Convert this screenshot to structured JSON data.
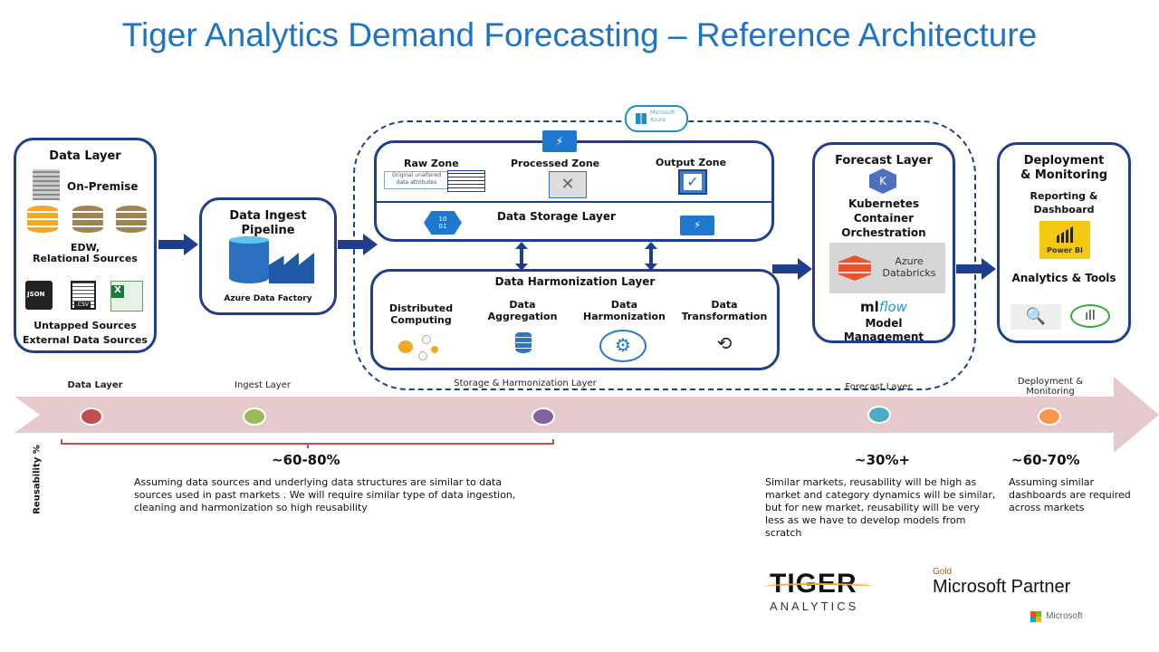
{
  "title": "Tiger Analytics Demand Forecasting – Reference Architecture",
  "colors": {
    "title": "#1f73c6",
    "box_border": "#1f3e8f",
    "timeline_band": "#e6c9cc",
    "dot_data": "#c0504d",
    "dot_ingest": "#9bbb59",
    "dot_storage": "#8064a2",
    "dot_forecast": "#4bacc6",
    "dot_deploy": "#f79646"
  },
  "data_layer": {
    "title": "Data Layer",
    "on_premise": "On-Premise",
    "edw_line1": "EDW,",
    "edw_line2": "Relational Sources",
    "json_label": "JSON",
    "csv_label": ".CSV",
    "untapped": "Untapped Sources",
    "external": "External Data Sources"
  },
  "ingest": {
    "title_line1": "Data Ingest",
    "title_line2": "Pipeline",
    "caption": "Azure Data Factory"
  },
  "azure_badge": {
    "line1": "Microsoft",
    "line2": "Azure"
  },
  "storage": {
    "raw_zone": "Raw Zone",
    "raw_caption_line1": "Original unaltered",
    "raw_caption_line2": "data attributes",
    "processed_zone": "Processed Zone",
    "output_zone": "Output Zone",
    "layer_title": "Data Storage Layer",
    "binary_icon_text": "10\n01"
  },
  "harmonization": {
    "layer_title": "Data Harmonization Layer",
    "items": [
      {
        "line1": "Distributed",
        "line2": "Computing"
      },
      {
        "line1": "Data",
        "line2": "Aggregation"
      },
      {
        "line1": "Data",
        "line2": "Harmonization"
      },
      {
        "line1": "Data",
        "line2": "Transformation"
      }
    ]
  },
  "forecast": {
    "title": "Forecast Layer",
    "k8s_letter": "K",
    "k8s_line1": "Kubernetes",
    "k8s_line2": "Container",
    "k8s_line3": "Orchestration",
    "databricks_line1": "Azure",
    "databricks_line2": "Databricks",
    "mlflow_ml": "ml",
    "mlflow_flow": "flow",
    "model_line1": "Model",
    "model_line2": "Management"
  },
  "deployment": {
    "title_line1": "Deployment",
    "title_line2": "& Monitoring",
    "reporting_line1": "Reporting &",
    "reporting_line2": "Dashboard",
    "powerbi": "Power BI",
    "analytics": "Analytics & Tools"
  },
  "timeline": {
    "stages": [
      {
        "label": "Data Layer"
      },
      {
        "label": "Ingest Layer"
      },
      {
        "label": "Storage & Harmonization Layer"
      },
      {
        "label": "Forecast Layer"
      },
      {
        "label_line1": "Deployment &",
        "label_line2": "Monitoring"
      }
    ],
    "axis_label": "Reusability %",
    "reuse": [
      {
        "pct": "~60-80%",
        "text": "Assuming data sources and underlying data structures are similar to data sources used in past markets . We will require similar type of data ingestion, cleaning and harmonization so high reusability"
      },
      {
        "pct": "~30%+",
        "text": "Similar markets, reusability will be high as market and category dynamics will be similar, but for new market, reusability will be very less as we have to develop models from scratch"
      },
      {
        "pct": "~60-70%",
        "text": "Assuming similar dashboards are required across markets"
      }
    ]
  },
  "footer": {
    "tiger": "TIGER",
    "analytics": "ANALYTICS",
    "gold": "Gold",
    "partner": "Microsoft Partner",
    "microsoft": "Microsoft"
  }
}
